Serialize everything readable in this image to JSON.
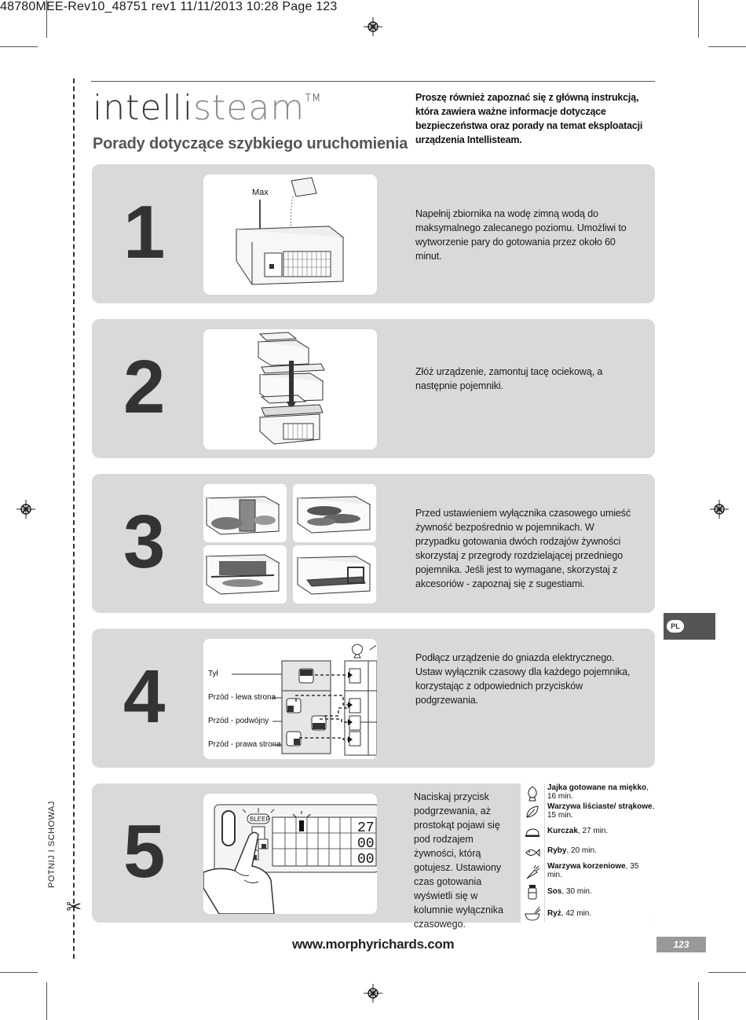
{
  "header": {
    "line": "48780MEE-Rev10_48751 rev1  11/11/2013  10:28  Page 123"
  },
  "brand": {
    "logo_dark": "intelli",
    "logo_light": "steam",
    "tm": "TM"
  },
  "title": "Porady dotyczące szybkiego uruchomienia",
  "intro": "Proszę również zapoznać się z główną instrukcją, która zawiera ważne informacje dotyczące bezpieczeństwa oraz porady na temat eksploatacji urządzenia Intellisteam.",
  "steps": [
    {
      "number": "1",
      "illus_label": "Max",
      "text": "Napełnij zbiornika na wodę zimną wodą do maksymalnego zalecanego poziomu. Umożliwi to wytworzenie pary do gotowania przez około 60 minut."
    },
    {
      "number": "2",
      "text": "Złóż urządzenie, zamontuj tacę ociekową, a następnie pojemniki."
    },
    {
      "number": "3",
      "text": "Przed ustawieniem wyłącznika czasowego umieść żywność bezpośrednio w pojemnikach. W przypadku gotowania dwóch rodzajów żywności skorzystaj z przegrody rozdzielającej przedniego pojemnika. Jeśli jest to wymagane, skorzystaj z akcesoriów - zapoznaj się z sugestiami."
    },
    {
      "number": "4",
      "labels": [
        "Tył",
        "Przód - lewa strona",
        "Przód - podwójny",
        "Przód - prawa strona"
      ],
      "text": "Podłącz urządzenie do gniazda elektrycznego. Ustaw wyłącznik czasowy dla każdego pojemnika, korzystając z odpowiednich przycisków podgrzewania."
    },
    {
      "number": "5",
      "bleep": "BLEEP",
      "display": [
        "27",
        "00",
        "00"
      ],
      "text": "Naciskaj przycisk podgrzewania, aż prostokąt pojawi się pod rodzajem żywności, którą gotujesz. Ustawiony czas gotowania wyświetli się w kolumnie wyłącznika czasowego."
    }
  ],
  "foods": [
    {
      "icon": "egg-icon",
      "name": "Jajka gotowane na miękko",
      "time": ", 16 min."
    },
    {
      "icon": "leaf-icon",
      "name": "Warzywa liściaste/ strąkowe",
      "time": ", 15 min."
    },
    {
      "icon": "chicken-icon",
      "name": "Kurczak",
      "time": ", 27 min."
    },
    {
      "icon": "fish-icon",
      "name": "Ryby",
      "time": ", 20 min."
    },
    {
      "icon": "carrot-icon",
      "name": "Warzywa korzeniowe",
      "time": ", 35 min."
    },
    {
      "icon": "sauce-jar-icon",
      "name": "Sos",
      "time": ", 30 min."
    },
    {
      "icon": "rice-bowl-icon",
      "name": "Ryż",
      "time": ", 42 min."
    }
  ],
  "language_tab": "PL",
  "footer": {
    "url": "www.morphyrichards.com",
    "page": "123"
  },
  "cut": {
    "label": "POTNIJ I SCHOWAJ"
  }
}
